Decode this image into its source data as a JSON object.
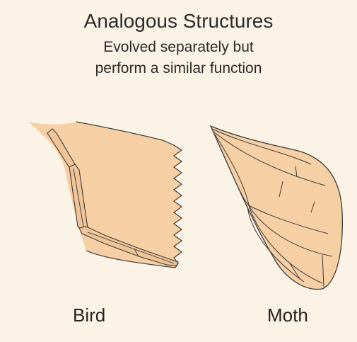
{
  "header": {
    "title": "Analogous Structures",
    "subtitle_line1": "Evolved separately but",
    "subtitle_line2": "perform a similar function"
  },
  "labels": {
    "bird": "Bird",
    "moth": "Moth"
  },
  "colors": {
    "background": "#fbf4e6",
    "wing_fill": "#f6d0a4",
    "bone_fill": "#f1c497",
    "outline": "#3a3a3a"
  }
}
